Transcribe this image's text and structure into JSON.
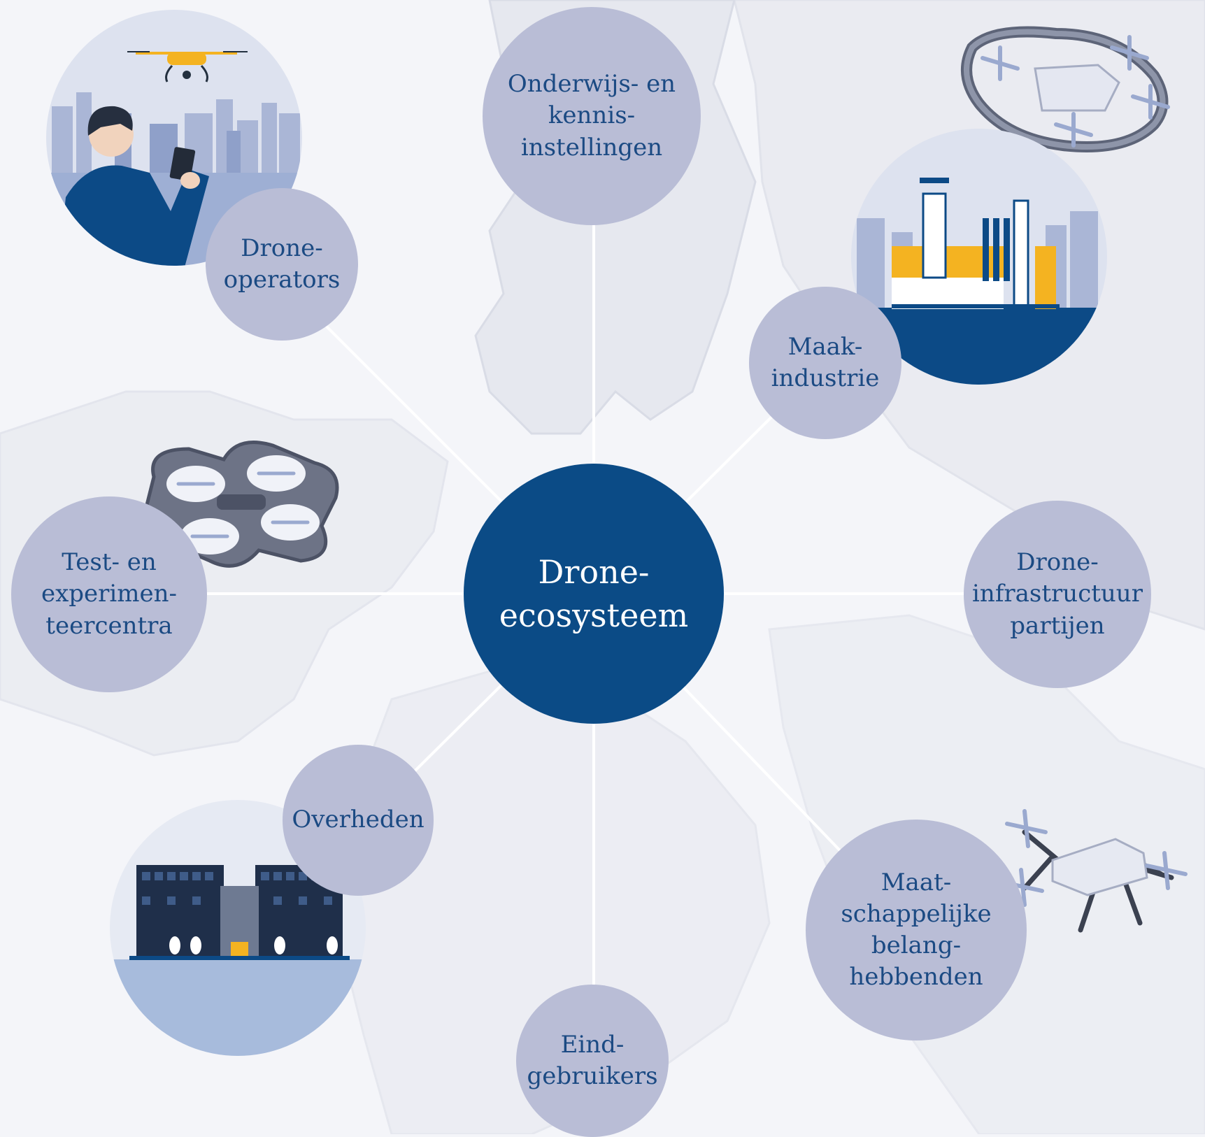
{
  "colors": {
    "background": "#f4f5f9",
    "map": "#e4e6ee",
    "connector": "#ffffff",
    "node_fill": "#b9bdd6",
    "node_text": "#1b4a83",
    "center_fill": "#0b4b86",
    "center_text": "#ffffff",
    "accent_yellow": "#f4b321",
    "illustration_navy": "#0c4a86",
    "illustration_light": "#aab4d6"
  },
  "center": {
    "label": "Drone-\necosysteem"
  },
  "nodes": {
    "onderwijs": "Onderwijs- en\nkennis-\ninstellingen",
    "maakindustrie": "Maak-\nindustrie",
    "infrastructuur": "Drone-\ninfrastructuur\npartijen",
    "maatschappelijk": "Maat-\nschappelijke\nbelang-\nhebbenden",
    "eindgebruikers": "Eind-\ngebruikers",
    "overheden": "Overheden",
    "testcentra": "Test- en\nexperimen-\nteercentra",
    "operators": "Drone-\noperators"
  },
  "icons": [
    "drone-operator-illustration",
    "factory-illustration",
    "government-building-illustration",
    "ring-drone-icon",
    "framed-drone-icon",
    "quadcopter-icon"
  ]
}
